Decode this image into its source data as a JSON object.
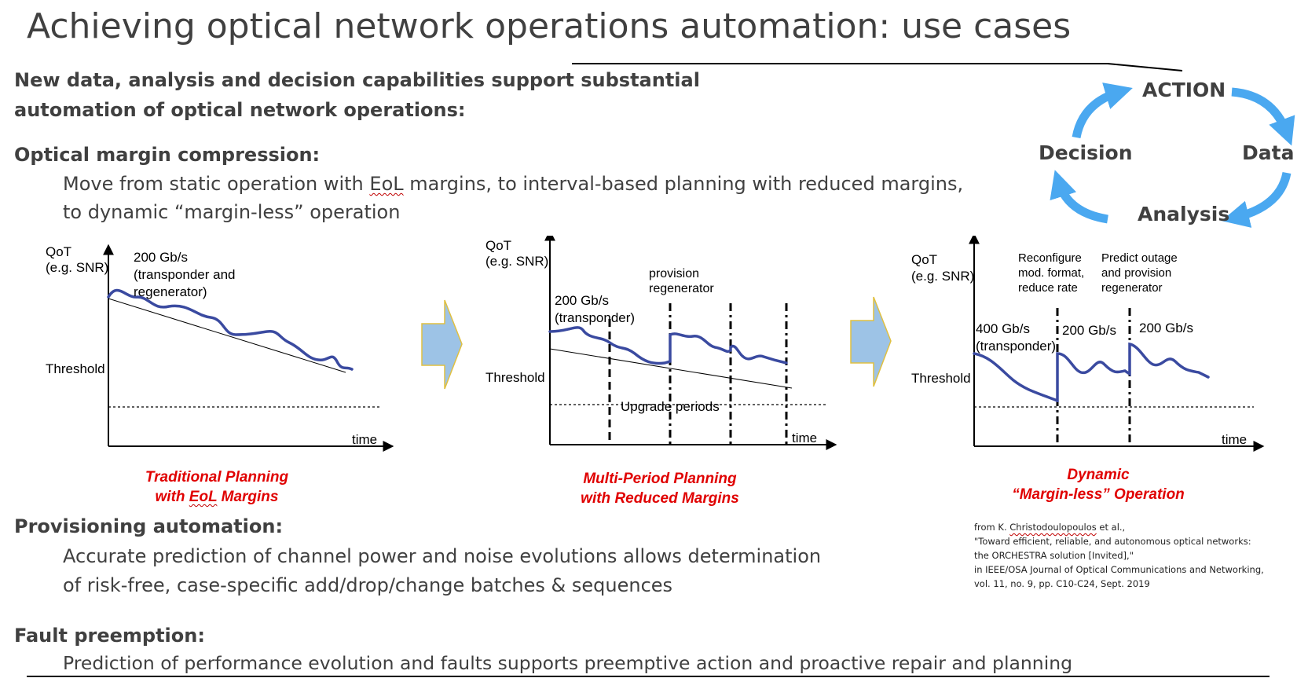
{
  "title": "Achieving optical network operations automation: use cases",
  "intro": {
    "line1": "New data, analysis and decision capabilities support substantial",
    "line2": "automation of optical network operations:"
  },
  "cycle": {
    "action": "ACTION",
    "data": "Data",
    "analysis": "Analysis",
    "decision": "Decision",
    "arrow_color": "#4aa8f0"
  },
  "margin": {
    "heading": "Optical margin compression:",
    "line1_a": "Move from static operation with ",
    "line1_eol": "EoL",
    "line1_b": " margins, to interval-based planning with reduced margins,",
    "line2": "to dynamic “margin-less” operation"
  },
  "charts": {
    "ylabel1": "QoT",
    "ylabel2": "(e.g. SNR)",
    "threshold": "Threshold",
    "time": "time",
    "c1_ann1": "200 Gb/s",
    "c1_ann2": "(transponder and",
    "c1_ann3": "regenerator)",
    "c2_ann_rate": "200 Gb/s",
    "c2_ann_tp": "(transponder)",
    "c2_prov1": "provision",
    "c2_prov2": "regenerator",
    "c2_upgrade": "Upgrade periods",
    "c3_reconf1": "Reconfigure",
    "c3_reconf2": "mod. format,",
    "c3_reconf3": "reduce rate",
    "c3_pred1": "Predict outage",
    "c3_pred2": "and provision",
    "c3_pred3": "regenerator",
    "c3_r400": "400 Gb/s",
    "c3_tp": "(transponder)",
    "c3_r200a": "200 Gb/s",
    "c3_r200b": "200 Gb/s",
    "curve_color": "#3a4aa0",
    "step_arrow_color": "#9dc3e6"
  },
  "captions": {
    "c1_line1": "Traditional Planning",
    "c1_line2_a": "with ",
    "c1_line2_eol": "EoL",
    "c1_line2_b": " Margins",
    "c2_line1": "Multi-Period Planning",
    "c2_line2": "with Reduced Margins",
    "c3_line1": "Dynamic",
    "c3_line2": "“Margin-less” Operation",
    "color": "#e00000"
  },
  "reference": {
    "line1_a": "from K. ",
    "line1_name": "Christodoulopoulos",
    "line1_b": " et al.,",
    "line2": "\"Toward efficient, reliable, and autonomous optical networks:",
    "line3": "the ORCHESTRA solution [Invited],\"",
    "line4": "in IEEE/OSA Journal of Optical Communications and Networking,",
    "line5": "vol. 11, no. 9, pp. C10-C24, Sept. 2019"
  },
  "provisioning": {
    "heading": "Provisioning automation:",
    "line1": "Accurate prediction of channel power and noise evolutions allows determination",
    "line2": "of risk-free, case-specific add/drop/change batches & sequences"
  },
  "fault": {
    "heading": "Fault preemption:",
    "line1": "Prediction of performance evolution and faults supports preemptive action and proactive repair and planning"
  }
}
